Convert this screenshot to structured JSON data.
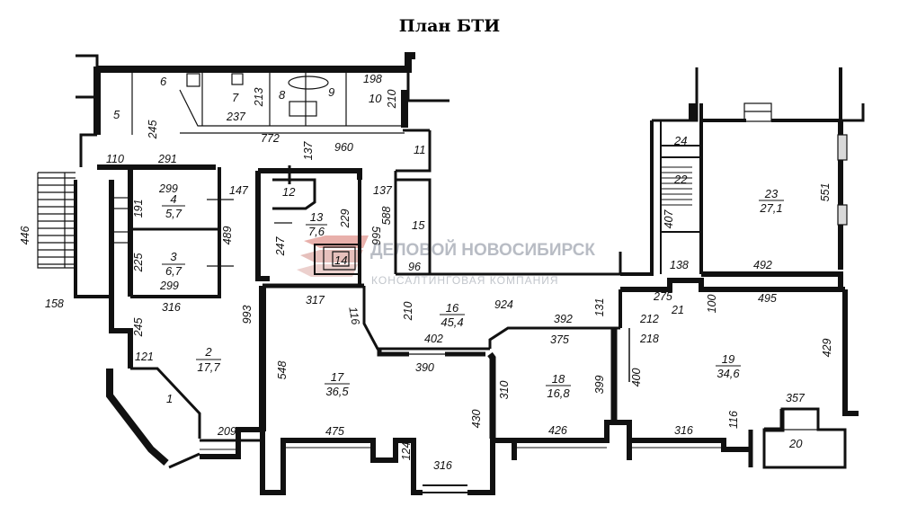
{
  "title": "План БТИ",
  "watermark": {
    "name": "ДЕЛОВОЙ НОВОСИБИРСК",
    "tagline": "КОНСАЛТИНГОВАЯ КОМПАНИЯ",
    "color": "#c6c9cf",
    "accent": "#e05a4e"
  },
  "rooms": [
    {
      "id": "r1",
      "number": "1",
      "area": ""
    },
    {
      "id": "r2",
      "number": "2",
      "area": "17,7"
    },
    {
      "id": "r3",
      "number": "3",
      "area": "6,7"
    },
    {
      "id": "r4",
      "number": "4",
      "area": "5,7"
    },
    {
      "id": "r5",
      "number": "5",
      "area": ""
    },
    {
      "id": "r6",
      "number": "6",
      "area": ""
    },
    {
      "id": "r7",
      "number": "7",
      "area": ""
    },
    {
      "id": "r8",
      "number": "8",
      "area": ""
    },
    {
      "id": "r9",
      "number": "9",
      "area": ""
    },
    {
      "id": "r10",
      "number": "10",
      "area": ""
    },
    {
      "id": "r11",
      "number": "11",
      "area": ""
    },
    {
      "id": "r12",
      "number": "12",
      "area": ""
    },
    {
      "id": "r13",
      "number": "13",
      "area": "7,6"
    },
    {
      "id": "r14",
      "number": "14",
      "area": ""
    },
    {
      "id": "r15",
      "number": "15",
      "area": ""
    },
    {
      "id": "r16",
      "number": "16",
      "area": "45,4"
    },
    {
      "id": "r17",
      "number": "17",
      "area": "36,5"
    },
    {
      "id": "r18",
      "number": "18",
      "area": "16,8"
    },
    {
      "id": "r19",
      "number": "19",
      "area": "34,6"
    },
    {
      "id": "r20",
      "number": "20",
      "area": ""
    },
    {
      "id": "r22",
      "number": "22",
      "area": ""
    },
    {
      "id": "r23",
      "number": "23",
      "area": "27,1"
    },
    {
      "id": "r24",
      "number": "24",
      "area": ""
    }
  ],
  "dimensions": [
    "446",
    "158",
    "110",
    "291",
    "245",
    "772",
    "237",
    "213",
    "198",
    "210",
    "137",
    "960",
    "147",
    "299",
    "191",
    "489",
    "225",
    "299",
    "316",
    "993",
    "245",
    "121",
    "209",
    "137",
    "229",
    "588",
    "566",
    "247",
    "96",
    "317",
    "116",
    "210",
    "924",
    "402",
    "390",
    "548",
    "475",
    "124",
    "316",
    "430",
    "310",
    "392",
    "375",
    "131",
    "399",
    "426",
    "212",
    "218",
    "21",
    "275",
    "100",
    "400",
    "316",
    "116",
    "357",
    "495",
    "429",
    "138",
    "492",
    "407",
    "551"
  ]
}
